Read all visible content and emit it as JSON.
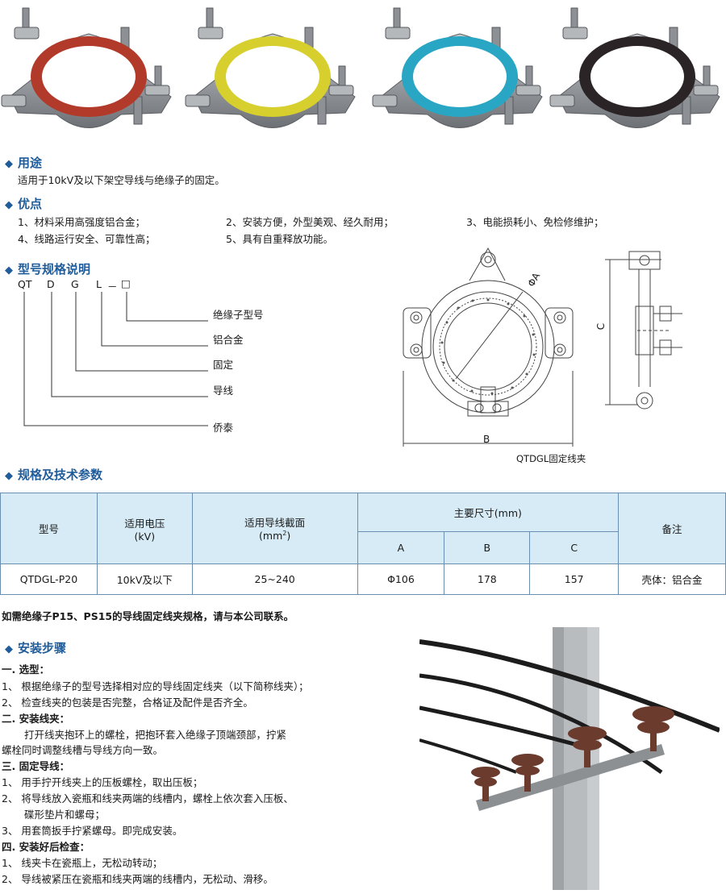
{
  "colors": {
    "accent": "#1f5c99",
    "table_header_bg": "#d6ebf5",
    "table_border": "#6a8fb0",
    "clamp_colors": [
      "#b23a2a",
      "#d6cf2e",
      "#29a6c4",
      "#2a2426"
    ]
  },
  "usage": {
    "title": "用途",
    "text": "适用于10kV及以下架空导线与绝缘子的固定。"
  },
  "advantages": {
    "title": "优点",
    "items": [
      "1、材料采用高强度铝合金；",
      "2、安装方便，外型美观、经久耐用；",
      "3、电能损耗小、免检修维护；",
      "4、线路运行安全、可靠性高；",
      "5、具有自重释放功能。"
    ]
  },
  "model": {
    "title": "型号规格说明",
    "code_parts": [
      "QT",
      "D",
      "G",
      "L",
      "－",
      "□"
    ],
    "legend": [
      "绝缘子型号",
      "铝合金",
      "固定",
      "导线",
      "侨泰"
    ]
  },
  "drawing": {
    "label_a": "ΦA",
    "label_b": "B",
    "label_c": "C",
    "caption": "QTDGL固定线夹"
  },
  "specs": {
    "title": "规格及技术参数",
    "headers": {
      "model": "型号",
      "voltage": "适用电压",
      "voltage_unit": "(kV)",
      "section": "适用导线截面",
      "section_unit_base": "(mm",
      "section_unit_sup": "2",
      "section_unit_end": ")",
      "dims": "主要尺寸(mm)",
      "a": "A",
      "b": "B",
      "c": "C",
      "note": "备注"
    },
    "row": {
      "model": "QTDGL-P20",
      "voltage": "10kV及以下",
      "section": "25~240",
      "a": "Φ106",
      "b": "178",
      "c": "157",
      "note": "壳体：铝合金"
    },
    "footnote": "如需绝缘子P15、PS15的导线固定线夹规格，请与本公司联系。"
  },
  "install": {
    "title": "安装步骤",
    "lines": [
      "一. 选型：",
      "1、 根据绝缘子的型号选择相对应的导线固定线夹（以下简称线夹）；",
      "2、 检查线夹的包装是否完整，合格证及配件是否齐全。",
      "二. 安装线夹：",
      "打开线夹抱环上的螺栓，把抱环套入绝缘子顶端颈部，拧紧",
      "螺栓同时调整线槽与导线方向一致。",
      "三. 固定导线：",
      "1、 用手拧开线夹上的压板螺栓，取出压板；",
      "2、 将导线放入瓷瓶和线夹两端的线槽内，螺栓上依次套入压板、",
      "碟形垫片和螺母；",
      "3、 用套筒扳手拧紧螺母。即完成安装。",
      "四. 安装好后检查：",
      "1、 线夹卡在瓷瓶上，无松动转动；",
      "2、 导线被紧压在瓷瓶和线夹两端的线槽内，无松动、滑移。"
    ]
  }
}
